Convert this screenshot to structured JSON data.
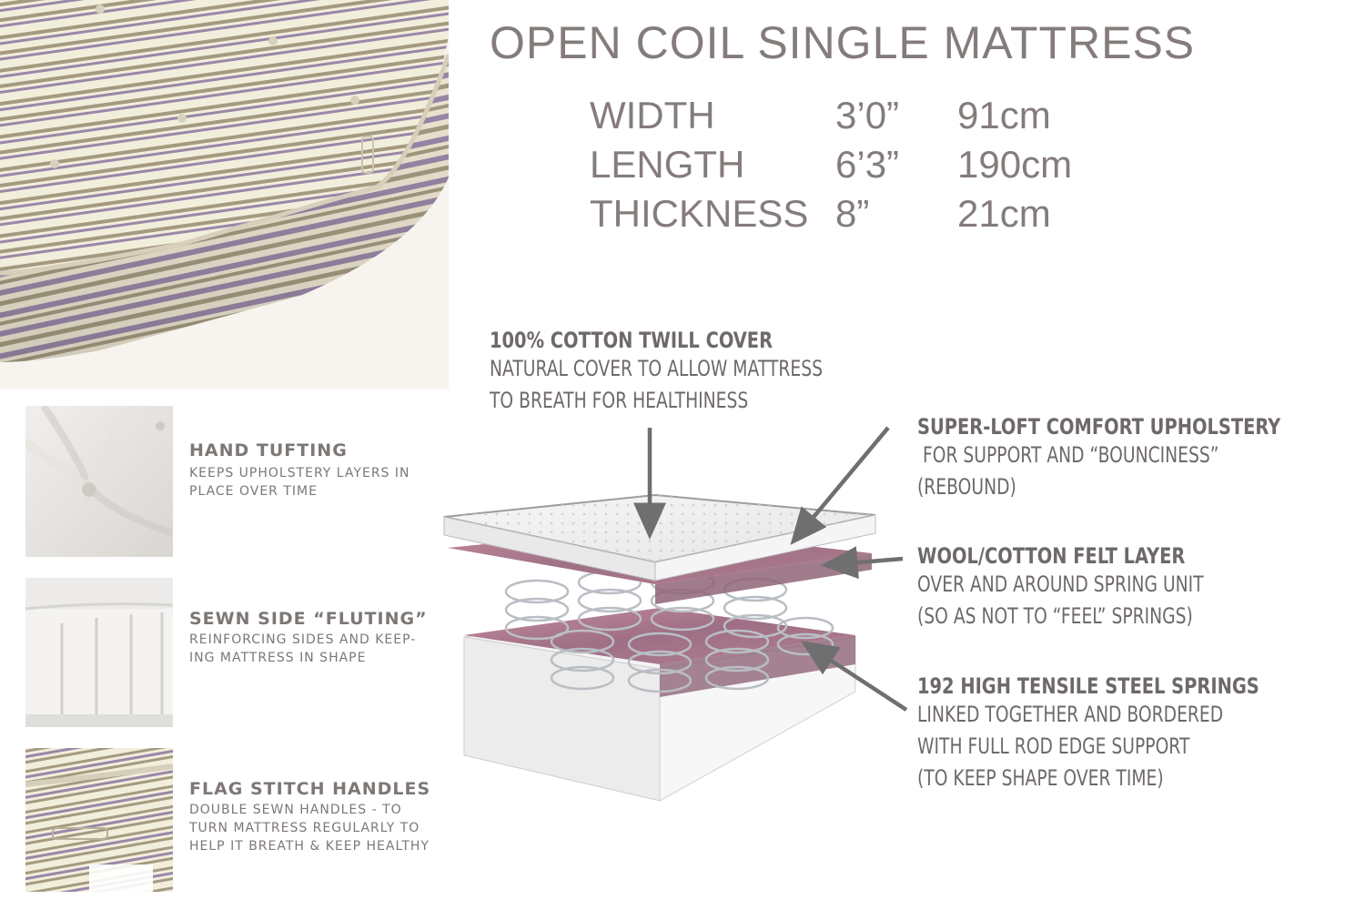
{
  "product": {
    "title": "OPEN COIL SINGLE MATTRESS",
    "dimensions": [
      {
        "name": "WIDTH",
        "imperial": "3’0”",
        "metric": "91cm"
      },
      {
        "name": "LENGTH",
        "imperial": "6’3”",
        "metric": "190cm"
      },
      {
        "name": "THICKNESS",
        "imperial": "8”",
        "metric": "21cm"
      }
    ]
  },
  "features": [
    {
      "title": "HAND TUFTING",
      "description": "KEEPS UPHOLSTERY LAYERS IN\nPLACE OVER TIME"
    },
    {
      "title": "SEWN SIDE “FLUTING”",
      "description": "REINFORCING SIDES AND KEEP-\nING MATTRESS IN SHAPE"
    },
    {
      "title": "FLAG STITCH HANDLES",
      "description": "DOUBLE SEWN HANDLES - TO\nTURN MATTRESS REGULARLY TO\nHELP IT BREATH & KEEP HEALTHY"
    }
  ],
  "callouts": [
    {
      "title": "100% COTTON TWILL COVER",
      "description": "NATURAL COVER TO ALLOW MATTRESS\nTO BREATH FOR HEALTHINESS"
    },
    {
      "title": "SUPER-LOFT COMFORT UPHOLSTERY",
      "description": " FOR SUPPORT AND “BOUNCINESS”\n(REBOUND)"
    },
    {
      "title": "WOOL/COTTON FELT LAYER",
      "description": "OVER AND AROUND SPRING UNIT\n(SO AS NOT TO “FEEL” SPRINGS)"
    },
    {
      "title": "192 HIGH TENSILE STEEL SPRINGS",
      "description": "LINKED TOGETHER AND BORDERED\nWITH FULL ROD EDGE SUPPORT\n(TO KEEP SHAPE OVER TIME)"
    }
  ],
  "colors": {
    "text": "#7a7473",
    "stripe_purple": "#9a87a8",
    "stripe_olive": "#a49a80",
    "fabric_cream": "#f2eedc",
    "felt_pink": "#b9798e",
    "arrow_gray": "#6f6f6f"
  }
}
